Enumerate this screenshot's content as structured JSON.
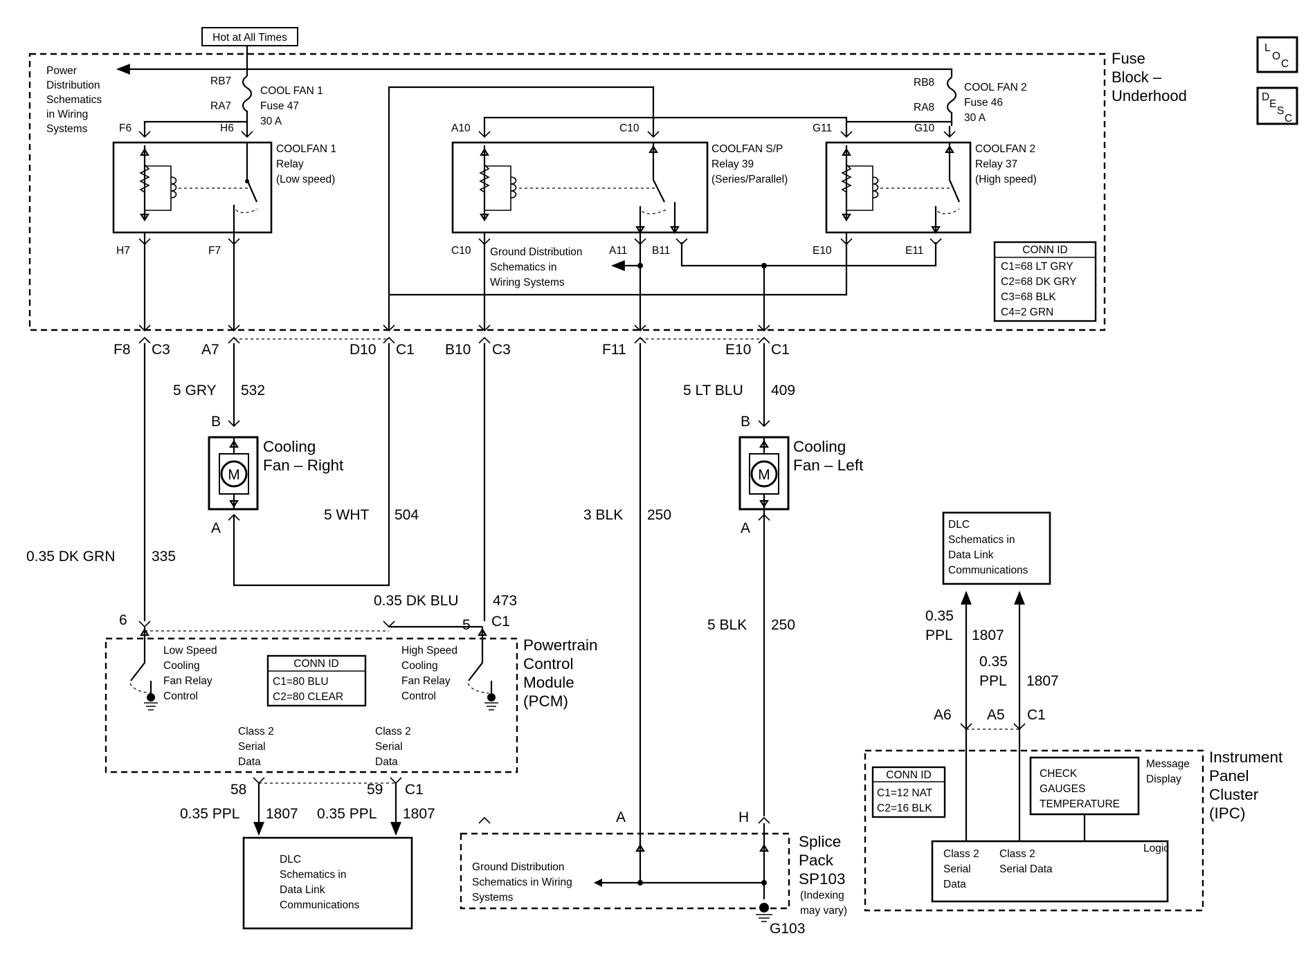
{
  "labels": {
    "hot": "Hot at All Times",
    "pd": [
      "Power",
      "Distribution",
      "Schematics",
      "in Wiring",
      "Systems"
    ],
    "rb7": "RB7",
    "ra7": "RA7",
    "f6": "F6",
    "h6": "H6",
    "fuse47": [
      "COOL FAN 1",
      "Fuse 47",
      "30 A"
    ],
    "relay1": [
      "COOLFAN 1",
      "Relay",
      "(Low speed)"
    ],
    "h7": "H7",
    "f7": "F7",
    "a10": "A10",
    "c10top": "C10",
    "g11": "G11",
    "g10": "G10",
    "rb8": "RB8",
    "ra8": "RA8",
    "fuse46": [
      "COOL FAN 2",
      "Fuse 46",
      "30 A"
    ],
    "relay39": [
      "COOLFAN S/P",
      "Relay 39",
      "(Series/Parallel)"
    ],
    "relay37": [
      "COOLFAN 2",
      "Relay 37",
      "(High speed)"
    ],
    "c10bot": "C10",
    "a11": "A11",
    "b11": "B11",
    "e10in": "E10",
    "e11": "E11",
    "gd1": [
      "Ground Distribution",
      "Schematics in",
      "Wiring Systems"
    ],
    "fb": [
      "Fuse",
      "Block –",
      "Underhood"
    ],
    "connid1": {
      "title": "CONN ID",
      "rows": [
        "C1=68 LT GRY",
        "C2=68 DK GRY",
        "C3=68 BLK",
        "C4=2 GRN"
      ]
    },
    "f8": "F8",
    "c3a": "C3",
    "a7": "A7",
    "d10": "D10",
    "c1a": "C1",
    "b10": "B10",
    "c3b": "C3",
    "f11": "F11",
    "e10": "E10",
    "c1b": "C1",
    "w5gry": "5 GRY",
    "n532": "532",
    "w5ltblu": "5 LT BLU",
    "n409": "409",
    "bR": "B",
    "bL": "B",
    "aR": "A",
    "aL": "A",
    "fanR": [
      "Cooling",
      "Fan – Right"
    ],
    "fanL": [
      "Cooling",
      "Fan – Left"
    ],
    "m": "M",
    "w5wht": "5 WHT",
    "n504": "504",
    "w3blk": "3 BLK",
    "n250a": "250",
    "wdkgrn": "0.35 DK GRN",
    "n335": "335",
    "wdkblu": "0.35 DK BLU",
    "n473": "473",
    "w5blk": "5 BLK",
    "n250b": "250",
    "p6": "6",
    "p5": "5",
    "c1pcm": "C1",
    "pcm": [
      "Powertrain",
      "Control",
      "Module",
      "(PCM)"
    ],
    "lowspd": [
      "Low Speed",
      "Cooling",
      "Fan Relay",
      "Control"
    ],
    "highspd": [
      "High Speed",
      "Cooling",
      "Fan Relay",
      "Control"
    ],
    "connid2": {
      "title": "CONN ID",
      "rows": [
        "C1=80 BLU",
        "C2=80 CLEAR"
      ]
    },
    "cls1": [
      "Class 2",
      "Serial",
      "Data"
    ],
    "cls2": [
      "Class 2",
      "Serial",
      "Data"
    ],
    "p58": "58",
    "p59": "59",
    "c1b2": "C1",
    "ppl1": "0.35 PPL",
    "n1807a": "1807",
    "ppl2": "0.35 PPL",
    "n1807b": "1807",
    "dlc1": [
      "DLC",
      "Schematics in",
      "Data Link",
      "Communications"
    ],
    "dlc2": [
      "DLC",
      "Schematics in",
      "Data Link",
      "Communications"
    ],
    "ppl3": [
      "0.35",
      "PPL"
    ],
    "n1807c": "1807",
    "ppl4": [
      "0.35",
      "PPL"
    ],
    "n1807d": "1807",
    "a6": "A6",
    "a5": "A5",
    "c1ipc": "C1",
    "ipc": [
      "Instrument",
      "Panel",
      "Cluster",
      "(IPC)"
    ],
    "connid3": {
      "title": "CONN ID",
      "rows": [
        "C1=12 NAT",
        "C2=16 BLK"
      ]
    },
    "check": [
      "CHECK",
      "GAUGES",
      "TEMPERATURE"
    ],
    "msg": [
      "Message",
      "Display"
    ],
    "logic": "Logic",
    "cls3": [
      "Class 2",
      "Serial",
      "Data"
    ],
    "cls4": [
      "Class 2",
      "Serial Data"
    ],
    "sA": "A",
    "sH": "H",
    "gd2": [
      "Ground Distribution",
      "Schematics in Wiring",
      "Systems"
    ],
    "splice": [
      "Splice",
      "Pack",
      "SP103"
    ],
    "idx": [
      "(Indexing",
      "may vary)"
    ],
    "g103": "G103"
  },
  "icons": {
    "loc": {
      "a": "L",
      "b": "O",
      "c": "C"
    },
    "desc": {
      "a": "D",
      "b": "E",
      "c": "S",
      "d": "C"
    }
  }
}
